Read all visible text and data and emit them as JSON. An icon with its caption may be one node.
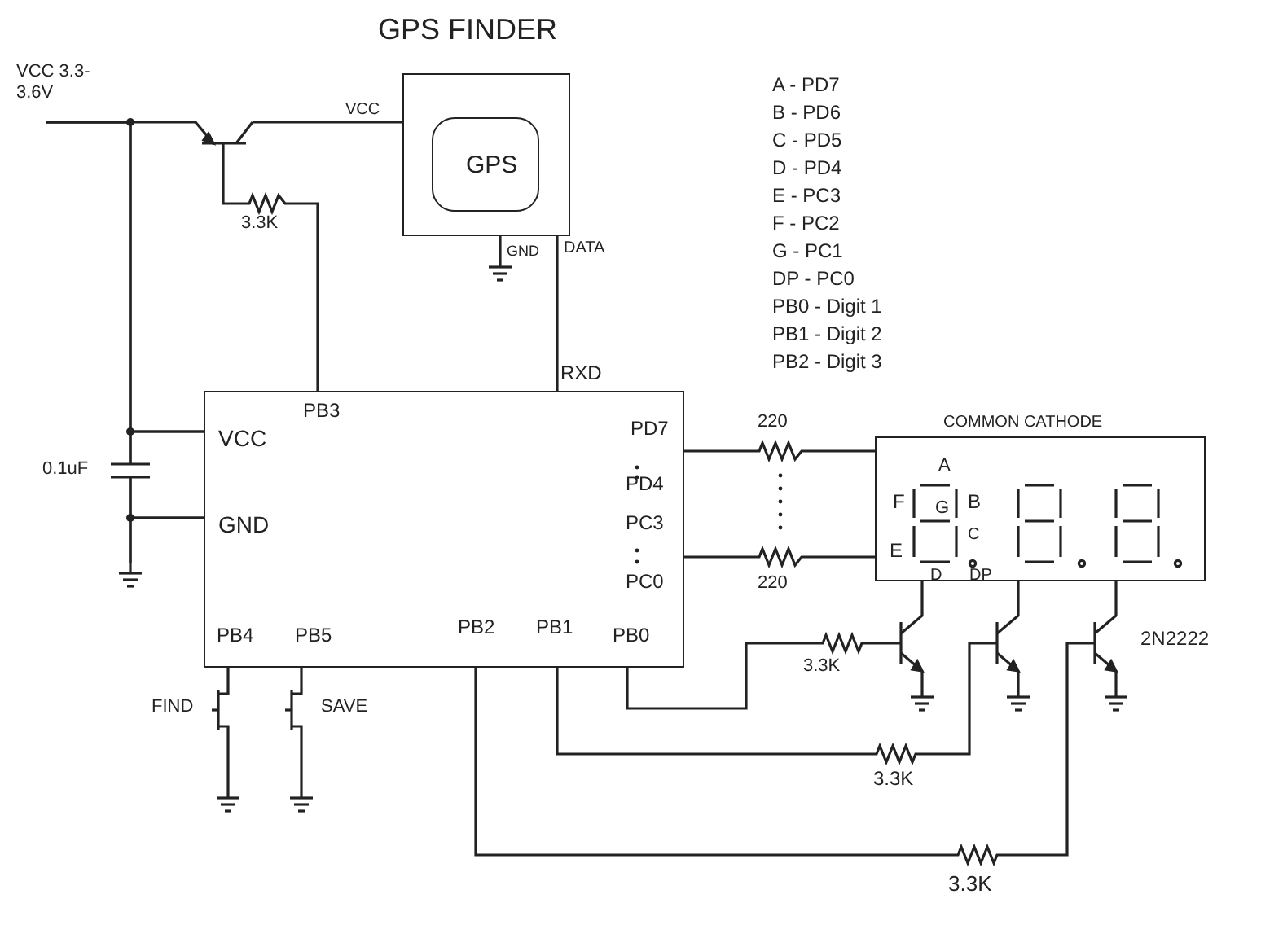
{
  "diagram": {
    "title": "GPS FINDER",
    "nodes": [
      {
        "text": [],
        "shape": "box"
      },
      {
        "text": [
          "GPS"
        ],
        "in": 0
      },
      {
        "text": [
          "VCC",
          "GND",
          "PB3",
          "PD7",
          "PD4",
          "PC3",
          "PC0",
          "PB4",
          "PB5",
          "PB2",
          "PB1",
          "PB0"
        ]
      },
      {
        "text": [
          "COMMON CATHODE",
          "A",
          "F",
          "G",
          "B",
          "E",
          "C",
          "D",
          "DP"
        ]
      },
      {
        "text": [
          "VCC 3.3-3.6V"
        ]
      },
      {
        "text": [],
        "shape": "transistor"
      },
      {
        "text": [],
        "shape": "resistor"
      },
      {
        "text": [],
        "shape": "ground"
      },
      {
        "text": [],
        "shape": "capacitor"
      },
      {
        "text": [],
        "shape": "ground"
      },
      {
        "text": [],
        "shape": "resistor"
      },
      {
        "text": [],
        "shape": "resistor"
      },
      {
        "text": [],
        "shape": "resistor"
      },
      {
        "text": [],
        "shape": "resistor"
      },
      {
        "text": [],
        "shape": "resistor"
      },
      {
        "text": [],
        "shape": "transistor"
      },
      {
        "text": [],
        "shape": "transistor"
      },
      {
        "text": [],
        "shape": "transistor"
      },
      {
        "text": [],
        "shape": "ground"
      },
      {
        "text": [],
        "shape": "ground"
      },
      {
        "text": [],
        "shape": "ground"
      },
      {
        "text": [],
        "shape": "switch"
      },
      {
        "text": [],
        "shape": "switch"
      },
      {
        "text": [],
        "shape": "ground"
      },
      {
        "text": [],
        "shape": "ground"
      }
    ],
    "edges": [
      {
        "from": 0,
        "to": 2,
        "arrow": "none"
      },
      {
        "from": 4,
        "to": 5,
        "arrow": "none"
      },
      {
        "from": 4,
        "to": 2,
        "arrow": "none"
      },
      {
        "from": 4,
        "to": 8,
        "arrow": "none"
      },
      {
        "from": 8,
        "to": 2,
        "arrow": "none"
      },
      {
        "from": 8,
        "to": 2,
        "arrow": "none"
      },
      {
        "from": 8,
        "to": 9,
        "arrow": "none"
      },
      {
        "from": 2,
        "to": 9,
        "arrow": "none"
      },
      {
        "from": 5,
        "to": 0,
        "arrow": "none"
      },
      {
        "from": 5,
        "to": 6,
        "arrow": "none"
      },
      {
        "from": 6,
        "to": 2,
        "arrow": "none"
      },
      {
        "from": 0,
        "to": 7,
        "arrow": "none"
      },
      {
        "from": 2,
        "to": 10,
        "arrow": "none"
      },
      {
        "from": 10,
        "to": 3,
        "arrow": "none"
      },
      {
        "from": 2,
        "to": 11,
        "arrow": "none"
      },
      {
        "from": 11,
        "to": 3,
        "arrow": "none"
      },
      {
        "from": 2,
        "to": 12,
        "arrow": "none"
      },
      {
        "from": 12,
        "to": 15,
        "arrow": "none"
      },
      {
        "from": 2,
        "to": 13,
        "arrow": "none"
      },
      {
        "from": 13,
        "to": 16,
        "arrow": "none"
      },
      {
        "from": 2,
        "to": 14,
        "arrow": "none"
      },
      {
        "from": 14,
        "to": 17,
        "arrow": "none"
      },
      {
        "from": 15,
        "to": 3,
        "arrow": "none"
      },
      {
        "from": 16,
        "to": 3,
        "arrow": "none"
      },
      {
        "from": 17,
        "to": 3,
        "arrow": "none"
      },
      {
        "from": 15,
        "to": 18,
        "arrow": "none"
      },
      {
        "from": 16,
        "to": 19,
        "arrow": "none"
      },
      {
        "from": 17,
        "to": 20,
        "arrow": "none"
      },
      {
        "from": 2,
        "to": 21,
        "arrow": "none"
      },
      {
        "from": 21,
        "to": 23,
        "arrow": "none"
      },
      {
        "from": 2,
        "to": 22,
        "arrow": "none"
      },
      {
        "from": 22,
        "to": 24,
        "arrow": "none"
      }
    ],
    "labels": [
      "VCC",
      "3.3K",
      "GND",
      "DATA",
      "RXD",
      "0.1uF",
      "220",
      "220",
      "3.3K",
      "2N2222",
      "FIND",
      "SAVE",
      "3.3K",
      "3.3K",
      "A - PD7",
      "B - PD6",
      "C - PD5",
      "D - PD4",
      "E - PC3",
      "F - PC2",
      "G - PC1",
      "DP - PC0",
      "PB0 - Digit 1",
      "PB1 - Digit 2",
      "PB2 - Digit 3"
    ]
  }
}
